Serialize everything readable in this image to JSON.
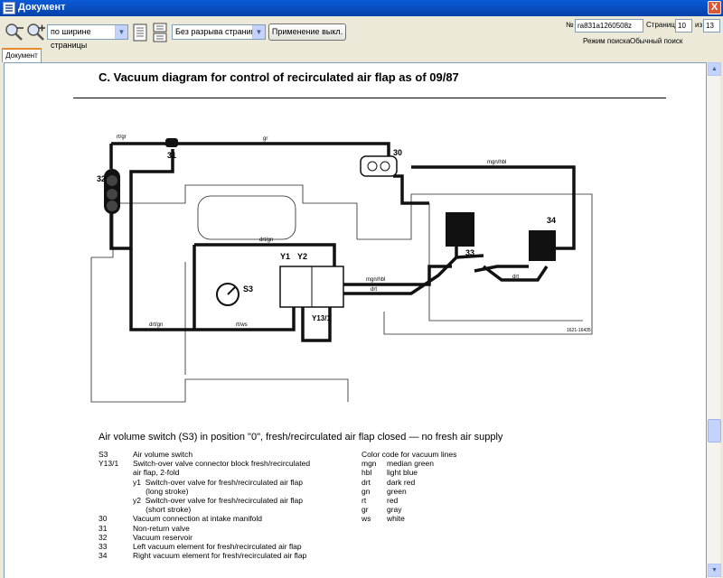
{
  "window": {
    "title": "Документ",
    "close_label": "X"
  },
  "toolbar": {
    "fit_mode": "по ширине страницы",
    "break_mode": "Без разрыва страниц",
    "apply_button": "Применение выкл.",
    "doc_no_label": "№",
    "doc_no": "ra831a1260508z",
    "page_label": "Страница",
    "page": "10",
    "of_label": "из",
    "pages_total": "13",
    "search_mode_label": "Режим поиска",
    "search_mode": "Обычный поиск"
  },
  "tabs": [
    {
      "label": "Документ"
    }
  ],
  "document": {
    "title": "C. Vacuum diagram for control of recirculated air flap as of 09/87",
    "caption": "Air volume switch (S3) in position \"0\", fresh/recirculated air flap closed — no fresh air supply",
    "diagram_labels": {
      "l30": "30",
      "l31": "31",
      "l32": "32",
      "l33": "33",
      "l34": "34",
      "y1": "Y1",
      "y2": "Y2",
      "s3": "S3",
      "y131": "Y13/1",
      "rtgr": "rt/gr",
      "gr": "gr",
      "mgnhbl": "mgn/hbl",
      "drtgn": "drt/gn",
      "rtws": "rt/ws",
      "drt": "drt",
      "mgnhbl2": "mgn/hbl",
      "drt2": "drt",
      "code": "1621-16435"
    },
    "legend_left": [
      {
        "code": "S3",
        "text": "Air volume switch"
      },
      {
        "code": "Y13/1",
        "text": "Switch-over valve connector block fresh/recirculated"
      },
      {
        "code": "",
        "text": "air flap, 2-fold"
      },
      {
        "code": "",
        "text": "y1  Switch-over valve for fresh/recirculated air flap"
      },
      {
        "code": "",
        "text": "      (long stroke)"
      },
      {
        "code": "",
        "text": "y2  Switch-over valve for fresh/recirculated air flap"
      },
      {
        "code": "",
        "text": "      (short stroke)"
      },
      {
        "code": "30",
        "text": "Vacuum connection at intake manifold"
      },
      {
        "code": "31",
        "text": "Non-return valve"
      },
      {
        "code": "32",
        "text": "Vacuum reservoir"
      },
      {
        "code": "33",
        "text": "Left vacuum element for fresh/recirculated air flap"
      },
      {
        "code": "34",
        "text": "Right vacuum element for fresh/recirculated air flap"
      }
    ],
    "color_code_title": "Color code for vacuum lines",
    "color_codes": [
      {
        "code": "mgn",
        "text": "median green"
      },
      {
        "code": "hbl",
        "text": "light blue"
      },
      {
        "code": "drt",
        "text": "dark red"
      },
      {
        "code": "gn",
        "text": "green"
      },
      {
        "code": "rt",
        "text": "red"
      },
      {
        "code": "gr",
        "text": "gray"
      },
      {
        "code": "ws",
        "text": "white"
      }
    ]
  }
}
